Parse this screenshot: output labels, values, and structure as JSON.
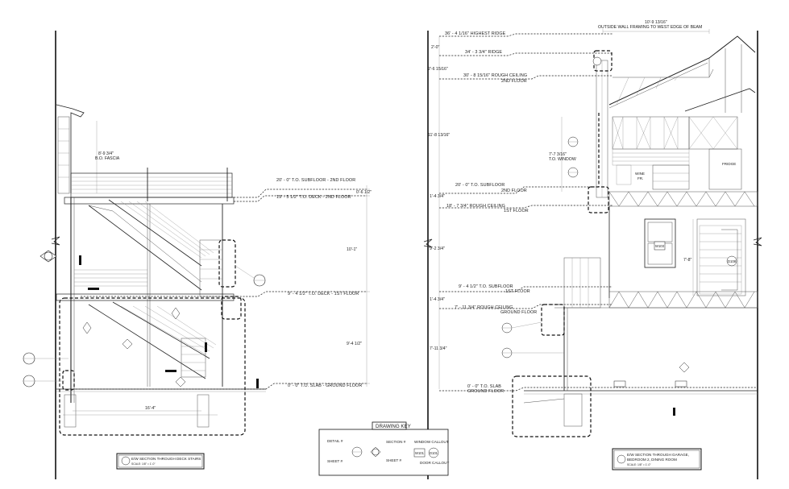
{
  "left_section": {
    "levels": [
      "20' - 0\" T.O. SUBFLOOR - 2ND FLOOR",
      "19' - 5 1/2\" T.O. DECK - 2ND FLOOR",
      "9' - 4 1/2\" T.O. DECK - 1ST FLOOR",
      "0' - 0\" T.O. SLAB - GROUND FLOOR"
    ],
    "dims": {
      "fascia_value": "8'-9 3/4\"",
      "fascia_label": "B.O. FASCIA",
      "d1": "0'-6 1/2\"",
      "d2": "10'-1\"",
      "d3": "9'-4 1/2\"",
      "width": "16'-4\""
    },
    "title_block": {
      "title": "E/W SECTION THROUGH DECK STAIRS",
      "scale": "SCALE: 1/8\" = 1'-0\""
    }
  },
  "right_section": {
    "top_note_value": "10'-9 13/16\"",
    "top_note_text": "OUTSIDE WALL FRAMING TO WEST EDGE OF BEAM",
    "levels": [
      "36' - 4 1/16\" HIGHEST RIDGE",
      "34' - 3 3/4\" RIDGE",
      "30' - 8 15/16\" ROUGH CEILING",
      "2ND FLOOR",
      "20' - 0\" T.O. SUBFLOOR",
      "2ND FLOOR",
      "18' - 7 3/4\" ROUGH CEILING",
      "1ST FLOOR",
      "9' - 4 1/2\" T.O. SUBFLOOR",
      "1ST FLOOR",
      "7' - 11 3/4\" ROUGH CEILING",
      "GROUND FLOOR",
      "0' - 0\" T.O. SLAB",
      "GROUND FLOOR"
    ],
    "dims": {
      "a": "2'-0\"",
      "b": "2'-6 15/16\"",
      "c": "11'-8 13/16\"",
      "d": "1'-4 3/4\"",
      "e": "9'-2 3/4\"",
      "f": "1'-4 3/4\"",
      "g": "7'-11 3/4\"",
      "window_value": "7'-7 3/16\"",
      "window_label": "T.O. WINDOW",
      "door_height": "7'-8\""
    },
    "rooms": {
      "wine": "WINE",
      "fr": "FR.",
      "fridge": "FRIDGE"
    },
    "callouts": {
      "window": "W103",
      "door": "D108"
    },
    "title_block": {
      "title_line1": "E/W SECTION THROUGH GARAGE,",
      "title_line2": "BEDROOM 2, DINING ROOM",
      "scale": "SCALE: 1/8\" = 1'-0\""
    }
  },
  "drawing_key": {
    "title": "DRAWING KEY",
    "detail": "DETAIL #",
    "section": "SECTION #",
    "sheet_left": "SHEET #",
    "sheet_right": "SHEET #",
    "window_callout": "WINDOW CALLOUT",
    "door_callout": "DOOR CALLOUT",
    "window_tag": "W101",
    "door_tag": "D101"
  }
}
